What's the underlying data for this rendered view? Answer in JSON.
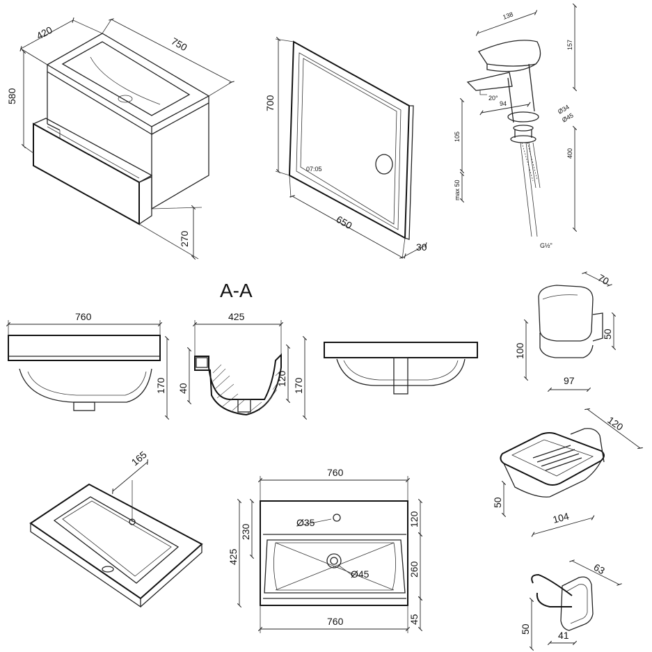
{
  "section_title": "A-A",
  "vanity": {
    "depth": "420",
    "width": "750",
    "height": "580",
    "drawer": "270"
  },
  "mirror": {
    "height": "700",
    "width": "650",
    "depth": "30",
    "clock": "07:05"
  },
  "faucet": {
    "top_len": "138",
    "top_h": "157",
    "angle": "20°",
    "reach": "94",
    "d1": "Ø34",
    "d2": "Ø45",
    "base_h": "105",
    "hose": "400",
    "max": "max 50",
    "thread": "G½\""
  },
  "basin": {
    "front_w": "760",
    "front_h": "170",
    "sec_w": "425",
    "sec_40": "40",
    "sec_120": "120",
    "sec_170": "170"
  },
  "iso_basin": {
    "d": "165"
  },
  "plan": {
    "top_w": "760",
    "bot_w": "760",
    "depth": "425",
    "d230": "230",
    "d120": "120",
    "d260": "260",
    "d45": "45",
    "hole_small": "Ø35",
    "hole_drain": "Ø45"
  },
  "cup": {
    "d": "70",
    "h": "100",
    "h2": "50",
    "w": "97"
  },
  "soap": {
    "d": "120",
    "h": "50",
    "w": "104"
  },
  "hook": {
    "d": "63",
    "h": "50",
    "w": "41"
  }
}
